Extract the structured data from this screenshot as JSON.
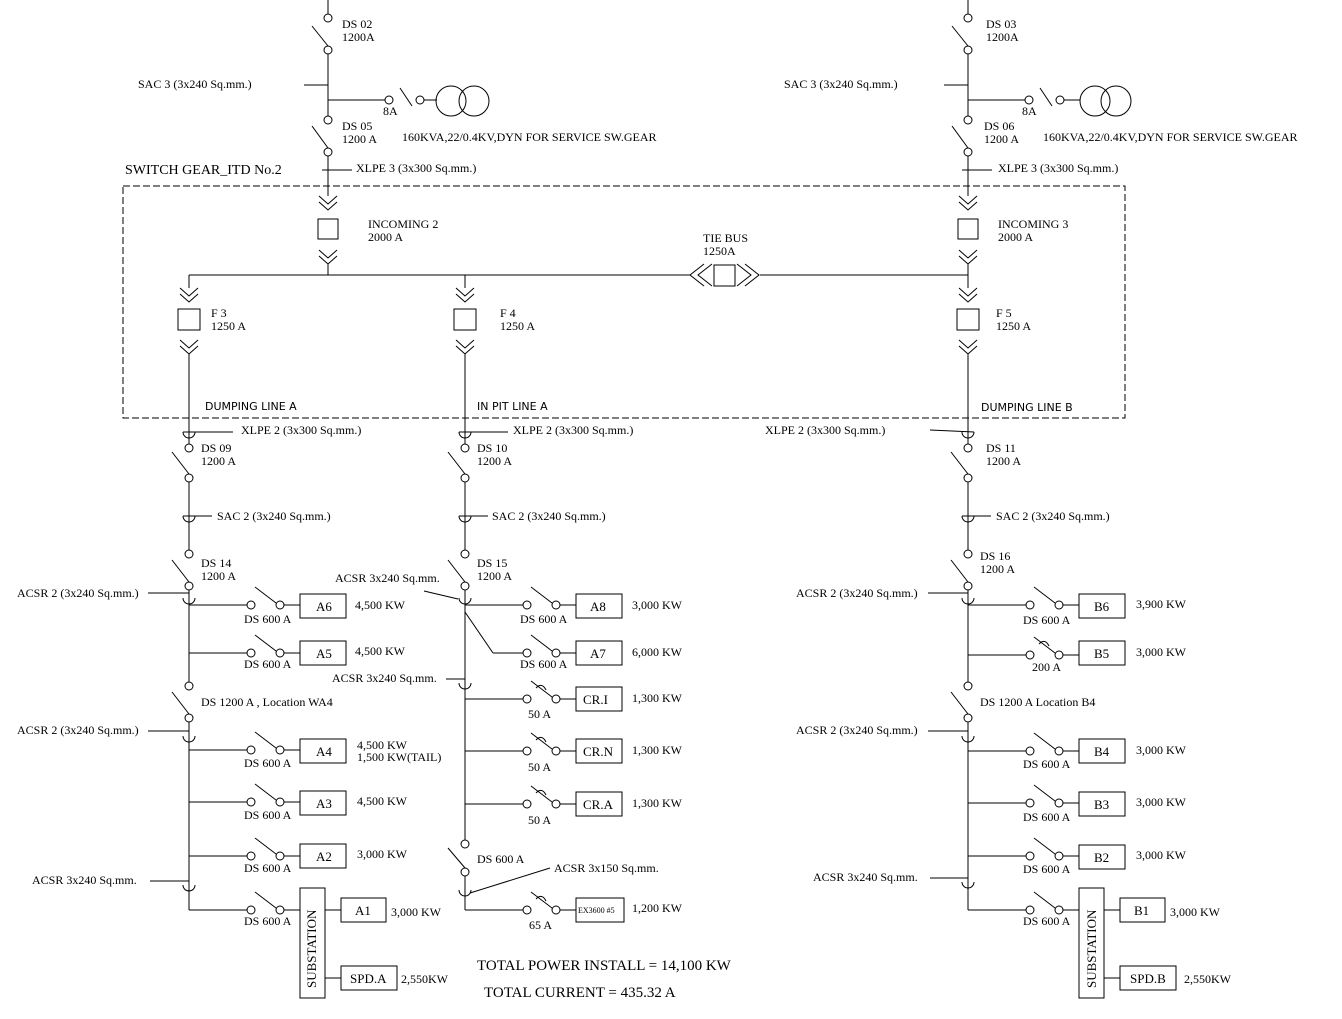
{
  "top": {
    "left": {
      "ds_in": {
        "name": "DS 02",
        "rating": "1200A"
      },
      "sac": "SAC 3 (3x240 Sq.mm.)",
      "fuse": "8A",
      "ds_out": {
        "name": "DS 05",
        "rating": "1200 A"
      },
      "transformer": "160KVA,22/0.4KV,DYN  FOR SERVICE SW.GEAR",
      "xlpe": "XLPE 3 (3x300 Sq.mm.)"
    },
    "right": {
      "ds_in": {
        "name": "DS 03",
        "rating": "1200A"
      },
      "sac": "SAC 3 (3x240 Sq.mm.)",
      "fuse": "8A",
      "ds_out": {
        "name": "DS 06",
        "rating": "1200 A"
      },
      "transformer": "160KVA,22/0.4KV,DYN FOR SERVICE SW.GEAR",
      "xlpe": "XLPE 3 (3x300 Sq.mm.)"
    }
  },
  "switchgear": {
    "title": "SWITCH GEAR_ITD No.2",
    "incoming2": {
      "name": "INCOMING 2",
      "rating": "2000 A"
    },
    "incoming3": {
      "name": "INCOMING 3",
      "rating": "2000 A"
    },
    "tie": {
      "name": "TIE BUS",
      "rating": "1250A"
    },
    "f3": {
      "name": "F 3",
      "rating": "1250 A"
    },
    "f4": {
      "name": "F 4",
      "rating": "1250 A"
    },
    "f5": {
      "name": "F 5",
      "rating": "1250 A"
    },
    "lines": [
      "DUMPING LINE A",
      "IN PIT LINE A",
      "DUMPING LINE B"
    ]
  },
  "col_a": {
    "xlpe": "XLPE 2 (3x300 Sq.mm.)",
    "ds1": {
      "name": "DS 09",
      "rating": "1200 A"
    },
    "sac": "SAC 2 (3x240 Sq.mm.)",
    "ds2": {
      "name": "DS 14",
      "rating": "1200 A"
    },
    "acsr1": "ACSR  2 (3x240 Sq.mm.)",
    "ds_loc": "DS 1200 A , Location WA4",
    "acsr2": "ACSR  2 (3x240 Sq.mm.)",
    "acsr3": "ACSR  3x240 Sq.mm.",
    "ds600": "DS 600 A",
    "loads": [
      {
        "name": "A6",
        "power": "4,500 KW"
      },
      {
        "name": "A5",
        "power": "4,500 KW"
      },
      {
        "name": "A4",
        "power": "4,500 KW",
        "power2": "1,500 KW(TAIL)"
      },
      {
        "name": "A3",
        "power": "4,500 KW"
      },
      {
        "name": "A2",
        "power": "3,000 KW"
      },
      {
        "name": "A1",
        "power": "3,000 KW"
      }
    ],
    "substation": "SUBSTATION",
    "spd": {
      "name": "SPD.A",
      "power": "2,550KW"
    }
  },
  "col_b": {
    "xlpe": "XLPE 2 (3x300 Sq.mm.)",
    "ds1": {
      "name": "DS 10",
      "rating": "1200 A"
    },
    "sac": "SAC 2 (3x240 Sq.mm.)",
    "ds2": {
      "name": "DS 15",
      "rating": "1200 A"
    },
    "acsr1": "ACSR 3x240 Sq.mm.",
    "acsr2": "ACSR 3x240 Sq.mm.",
    "ds600": "DS 600 A",
    "loads": [
      {
        "name": "A8",
        "power": "3,000 KW"
      },
      {
        "name": "A7",
        "power": "6,000 KW"
      }
    ],
    "crushers": [
      {
        "name": "CR.I",
        "fuse": "50 A",
        "power": "1,300 KW"
      },
      {
        "name": "CR.N",
        "fuse": "50 A",
        "power": "1,300 KW"
      },
      {
        "name": "CR.A",
        "fuse": "50 A",
        "power": "1,300 KW"
      }
    ],
    "ds_bottom": "DS 600 A",
    "acsr3": "ACSR 3x150 Sq.mm.",
    "ex": {
      "name": "EX3600 #5",
      "fuse": "65 A",
      "power": "1,200 KW"
    }
  },
  "col_c": {
    "xlpe": "XLPE 2 (3x300 Sq.mm.)",
    "ds1": {
      "name": "DS 11",
      "rating": "1200 A"
    },
    "sac": "SAC 2 (3x240 Sq.mm.)",
    "ds2": {
      "name": "DS 16",
      "rating": "1200 A"
    },
    "acsr1": "ACSR  2 (3x240 Sq.mm.)",
    "ds_loc": "DS 1200 A Location B4",
    "acsr2": "ACSR  2 (3x240 Sq.mm.)",
    "acsr3": "ACSR  3x240 Sq.mm.",
    "ds600": "DS 600 A",
    "fuse200": "200 A",
    "loads": [
      {
        "name": "B6",
        "power": "3,900 KW"
      },
      {
        "name": "B5",
        "power": "3,000 KW"
      },
      {
        "name": "B4",
        "power": "3,000 KW"
      },
      {
        "name": "B3",
        "power": "3,000 KW"
      },
      {
        "name": "B2",
        "power": "3,000 KW"
      },
      {
        "name": "B1",
        "power": "3,000 KW"
      }
    ],
    "substation": "SUBSTATION",
    "spd": {
      "name": "SPD.B",
      "power": "2,550KW"
    }
  },
  "totals": {
    "power": "TOTAL POWER INSTALL = 14,100 KW",
    "current": "TOTAL CURRENT = 435.32 A"
  }
}
